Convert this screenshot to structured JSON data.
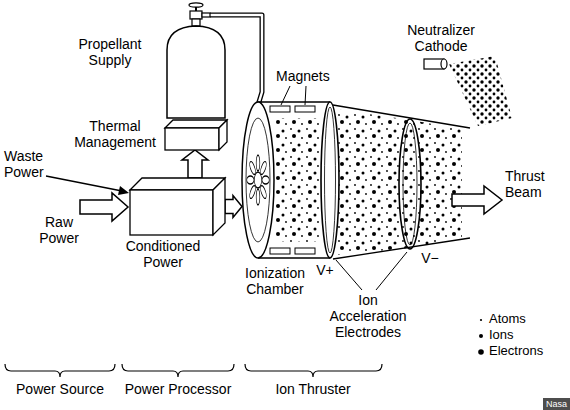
{
  "diagram": {
    "nodes": [
      {
        "text": [
          "Propellant Supply"
        ]
      },
      {
        "text": [
          "Thermal Management"
        ]
      },
      {
        "text": [
          "Conditioned Power"
        ]
      },
      {
        "text": [
          "Ionization Chamber"
        ]
      }
    ],
    "edges": [
      {
        "from": 0,
        "to": 3,
        "arrow": "to"
      },
      {
        "from": 2,
        "to": 1,
        "arrow": "to"
      },
      {
        "from": 2,
        "to": 3,
        "arrow": "to"
      }
    ],
    "labels": [
      "Waste Power",
      "Raw Power",
      "Magnets",
      "Neutralizer Cathode",
      "Thrust Beam",
      "V+",
      "V−",
      "Ion Acceleration Electrodes",
      "Power Source",
      "Power Processor",
      "Ion Thruster",
      "Nasa"
    ],
    "legend": [
      {
        "text": "Atoms"
      },
      {
        "text": "Ions"
      },
      {
        "text": "Electrons"
      }
    ]
  }
}
